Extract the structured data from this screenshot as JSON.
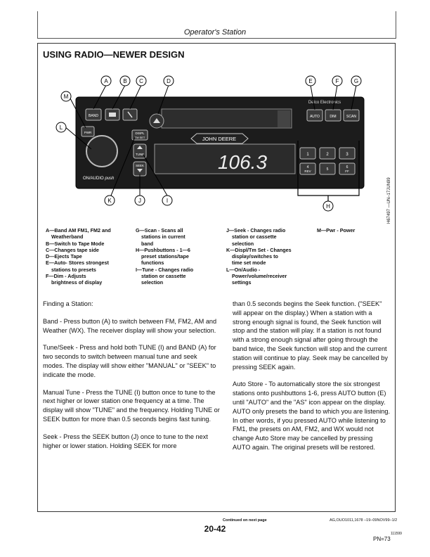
{
  "header": {
    "running_title": "Operator's Station"
  },
  "section_title": "USING RADIO—NEWER DESIGN",
  "figure": {
    "brand_left": "JOHN DEERE",
    "brand_right": "Delco Electronics",
    "display_value": "106.3",
    "knob_label": "ON/AUDIO",
    "knob_label_push": "push",
    "buttons": {
      "band": "BAND",
      "pwr": "PWR",
      "dispt1": "DISPL",
      "dispt2": "TM SET",
      "tune": "TUNE",
      "seek": "SEEK",
      "auto": "AUTO",
      "dim": "DIM",
      "scan": "SCAN",
      "p1": "1",
      "p2": "2",
      "p3": "3",
      "p4": "4",
      "p4b": "REV",
      "p5": "5",
      "p6": "6",
      "p6b": "FF"
    },
    "callouts": [
      "A",
      "B",
      "C",
      "D",
      "E",
      "F",
      "G",
      "H",
      "I",
      "J",
      "K",
      "L",
      "M"
    ],
    "side_ref": "H67497 —UN–17JUN99"
  },
  "legend": {
    "col1": [
      "A—Band AM FM1, FM2 and",
      "Weatherband",
      "B—Switch to Tape Mode",
      "C—Changes tape side",
      "D—Ejects Tape",
      "E—Auto- Stores strongest",
      "stations to presets",
      "F—Dim - Adjusts",
      "brightness of display"
    ],
    "col2": [
      "G—Scan - Scans all",
      "stations in current",
      "band",
      "H—Pushbuttons - 1—6",
      "preset stations/tape",
      "functions",
      "I—Tune - Changes radio",
      "station or cassette",
      "selection"
    ],
    "col3": [
      "J—Seek - Changes radio",
      "station or cassette",
      "selection",
      "K—Displ/Tm Set - Changes",
      "display/switches to",
      "time set mode",
      "L—On/Audio -",
      "Power/volume/receiver",
      "settings"
    ],
    "col4": [
      "M—Pwr - Power"
    ]
  },
  "body_left": [
    "Finding a Station:",
    "Band - Press button (A) to switch between FM, FM2, AM and Weather (WX). The receiver display will show your selection.",
    "Tune/Seek - Press and hold both TUNE (I) and BAND (A) for two seconds to switch between manual tune and seek modes. The display will show either \"MANUAL\" or \"SEEK\" to indicate the mode.",
    "Manual Tune - Press the TUNE (I) button once to tune to the next higher or lower station one frequency at a time. The display will show \"TUNE\" and the frequency. Holding TUNE or SEEK button for more than 0.5 seconds begins fast tuning.",
    "Seek - Press the SEEK button (J) once to tune to the next higher or lower station. Holding SEEK for more"
  ],
  "body_right": [
    "than 0.5 seconds begins the Seek function. (\"SEEK\" will appear on the display.) When a station with a strong enough signal is found, the Seek function will stop and the station will play. If a station is not found with a strong enough signal after going through the band twice, the Seek function will stop and the current station will continue to play. Seek may be cancelled by pressing SEEK again.",
    "Auto Store - To automatically store the six strongest stations onto pushbuttons 1-6, press AUTO button (E) until \"AUTO\" and the \"AS\" icon appear on the display. AUTO only presets the band to which you are listening. In other words, if you pressed AUTO while listening to FM1, the presets on AM, FM2, and WX would not change Auto Store may be cancelled by pressing AUTO again. The original presets will be restored."
  ],
  "footer": {
    "continued": "Continued on next page",
    "ref": "AG,OUO1011,1678   –19–09NOV99–1/2",
    "page": "20-42",
    "code": "111599",
    "pn": "PN=73"
  }
}
